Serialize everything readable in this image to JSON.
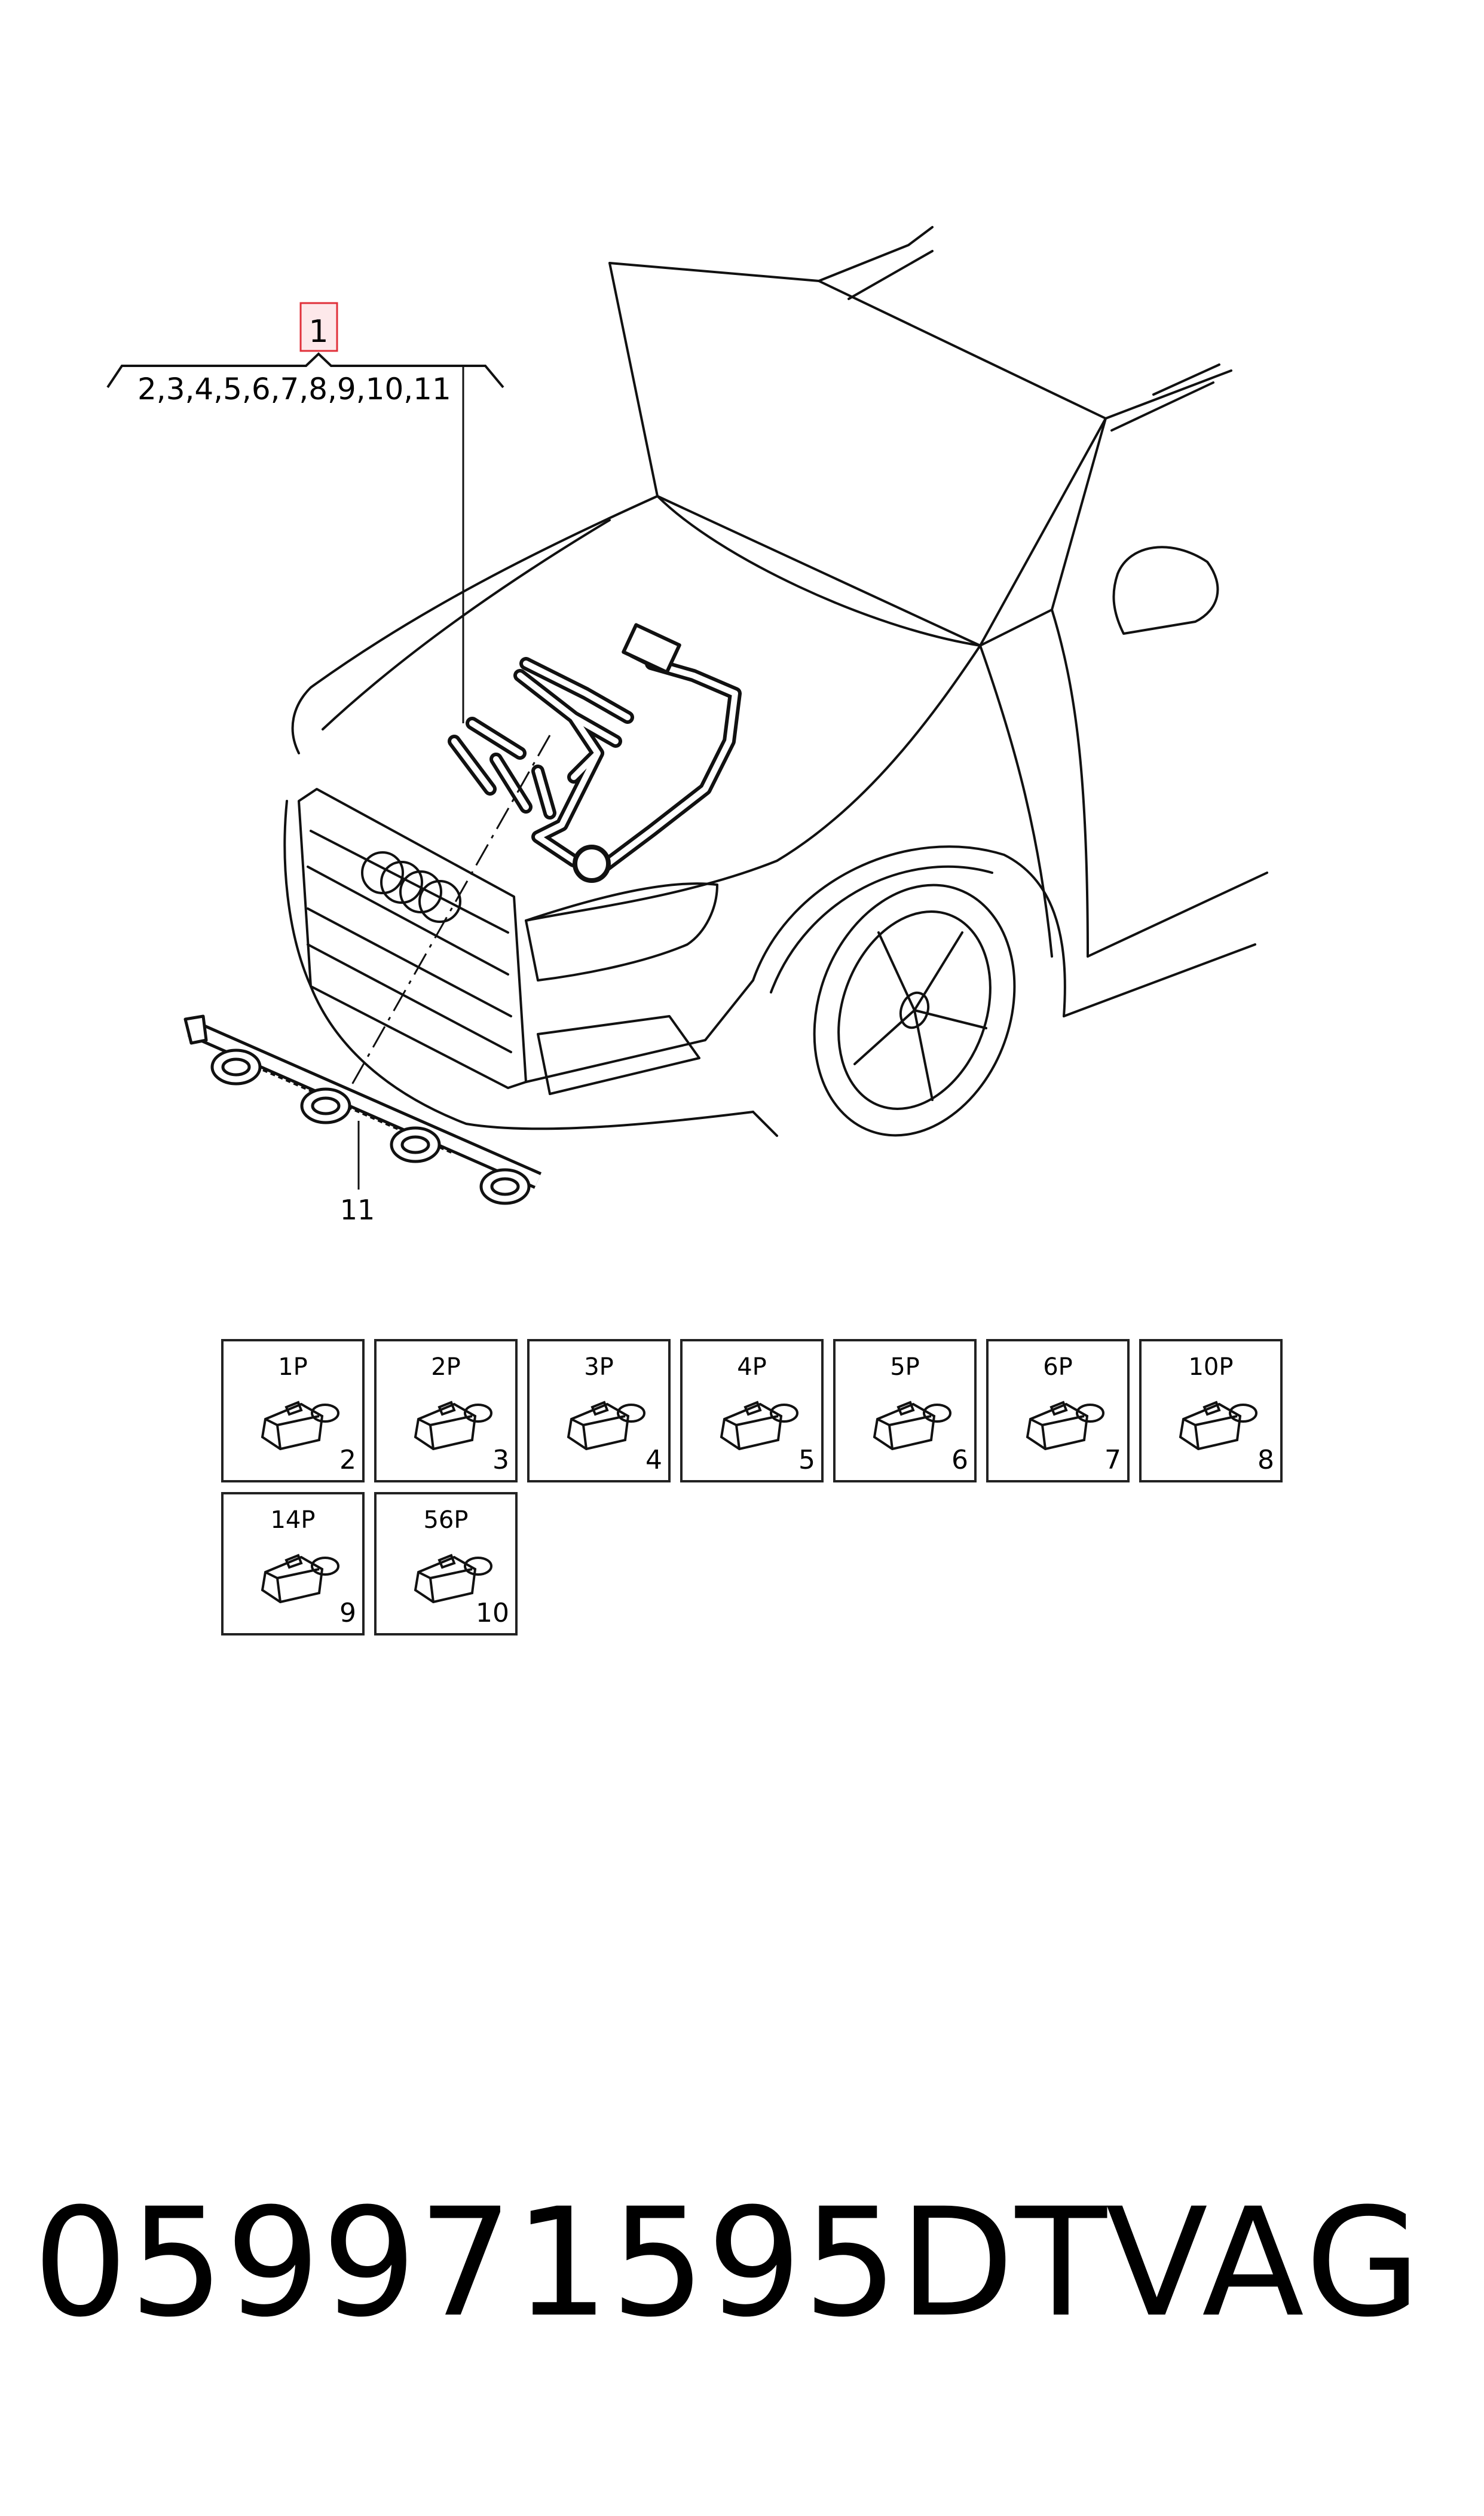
{
  "callout": {
    "main_number": "1",
    "sub_items": "2,3,4,5,6,7,8,9,10,11"
  },
  "part_label_11": "11",
  "connectors": [
    {
      "type": "1P",
      "number": "2"
    },
    {
      "type": "2P",
      "number": "3"
    },
    {
      "type": "3P",
      "number": "4"
    },
    {
      "type": "4P",
      "number": "5"
    },
    {
      "type": "5P",
      "number": "6"
    },
    {
      "type": "6P",
      "number": "7"
    },
    {
      "type": "10P",
      "number": "8"
    },
    {
      "type": "14P",
      "number": "9"
    },
    {
      "type": "56P",
      "number": "10"
    }
  ],
  "footer": {
    "part_number": "059971595DT",
    "brand": "VAG"
  },
  "colors": {
    "highlight_box": "#e0303a",
    "line": "#111111"
  }
}
